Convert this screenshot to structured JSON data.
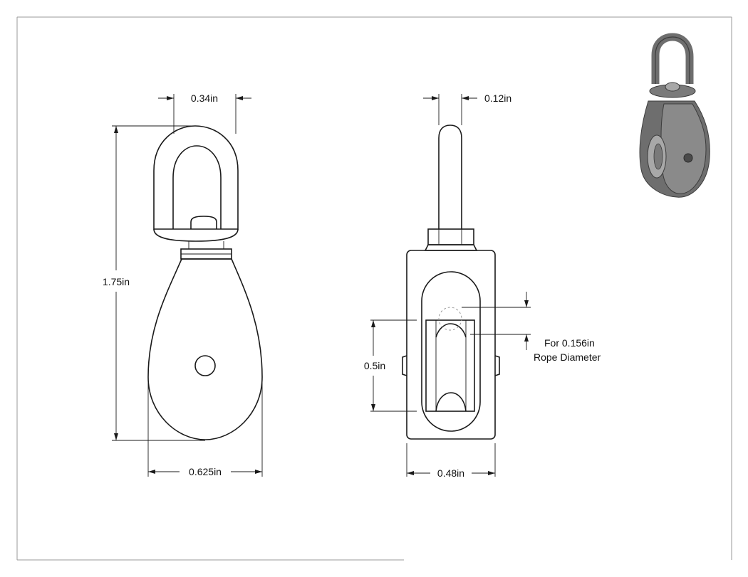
{
  "dimensions": {
    "eye_width": "0.34in",
    "eye_thickness": "0.12in",
    "overall_height": "1.75in",
    "body_width": "0.625in",
    "side_width": "0.48in",
    "sheave_height": "0.5in",
    "rope_line1": "For 0.156in",
    "rope_line2": "Rope Diameter"
  },
  "colors": {
    "line": "#1a1a1a",
    "frame": "#9a9a9a",
    "render_body": "#6e6e6e",
    "render_dark": "#3c3c3c",
    "render_light": "#a8a8a8"
  }
}
